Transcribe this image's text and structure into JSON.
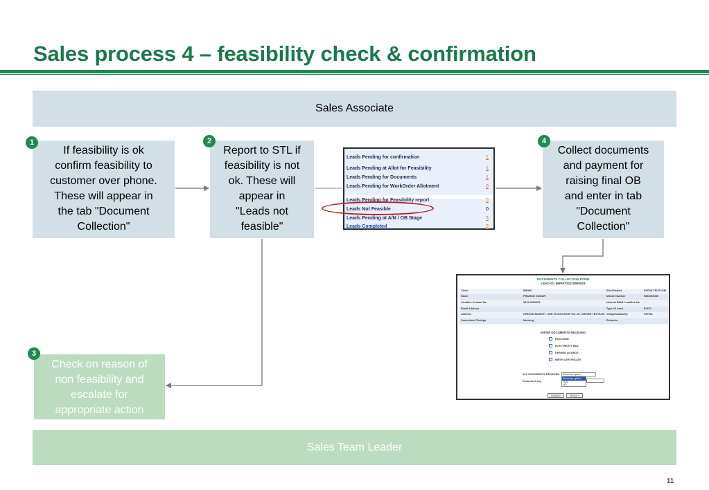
{
  "slide": {
    "title": "Sales process 4 – feasibility check & confirmation",
    "page_number": "11"
  },
  "lanes": {
    "associate": "Sales Associate",
    "leader": "Sales Team Leader"
  },
  "steps": [
    {
      "number": "1",
      "lines": [
        "If feasibility is ok",
        "confirm feasibility to",
        "customer over phone.",
        "These will appear in",
        "the tab \"Document",
        "Collection\""
      ]
    },
    {
      "number": "2",
      "lines": [
        "Report to STL if",
        "feasibility is not",
        "ok. These will",
        "appear in",
        "\"Leads not",
        "feasible\""
      ]
    },
    {
      "number": "3",
      "lines": [
        "Check on reason of",
        "non feasibility and",
        "escalate for",
        "appropriate action"
      ]
    },
    {
      "number": "4",
      "lines": [
        "Collect documents",
        "and payment  for",
        "raising final OB",
        "and enter in tab",
        "\"Document",
        "Collection\""
      ]
    }
  ],
  "leads_panel": {
    "rows": [
      {
        "label": "Leads Pending for confirmation",
        "count": "1"
      },
      {
        "label": "Leads Pending at Allot for Feasibility",
        "count": "1"
      },
      {
        "label": "Leads Pending for Documents",
        "count": "1"
      },
      {
        "label": "Leads Pending for WorkOrder Allotment",
        "count": "0"
      },
      {
        "label": "Leads Pending for Feasibility report",
        "count": "0"
      },
      {
        "label": "Leads Not Feasible",
        "count": "0"
      },
      {
        "label": "Leads Pending at A/N   / OB Stage",
        "count": "3"
      },
      {
        "label": "Leads Completed",
        "count": "3"
      }
    ]
  },
  "doc_form": {
    "title": "DOCUMENTS COLLECTION FORM",
    "lead_id": "LEAD ID: BHPAT24110900003",
    "fields": [
      {
        "label": "Circle",
        "value": "BIHAR",
        "label2": "SSA/District",
        "value2": "PATNA TELECOM"
      },
      {
        "label": "Name",
        "value": "PRAMOD KUMAR",
        "label2": "Mobile Number",
        "value2": "9835292340"
      },
      {
        "label": "Landline Contact No",
        "value": "0612-2690259",
        "label2": "Nearest BSNL Landline No",
        "value2": "-"
      },
      {
        "label": "Email Address",
        "value": "",
        "label2": "Type Of Lead",
        "value2": "EVDO"
      },
      {
        "label": "Address",
        "value": "KHETAN MARKET ,2ND FLOOR,SHOP NO.-97, SHIKER TEXTILES",
        "label2": "Village/talukacity",
        "value2": "PATNA"
      },
      {
        "label": "Convenient Timings",
        "value": "Morning",
        "label2": "Remarks",
        "value2": ""
      }
    ],
    "section_label": "ENTER DOCUMENTS RECEIVED",
    "documents": [
      "PAN CARD",
      "ELECTRICITY BILL",
      "DRIVING LICENCE",
      "BIRTH CERTIFICATE"
    ],
    "all_received_label": "ALL DOCUMENTS RECEIVED",
    "select_value": "Select an option",
    "select_options": [
      "Select an option",
      "YES",
      "NO"
    ],
    "remarks_label": "Remarks if any",
    "submit_label": "SUBMIT",
    "reset_label": "RESET"
  }
}
